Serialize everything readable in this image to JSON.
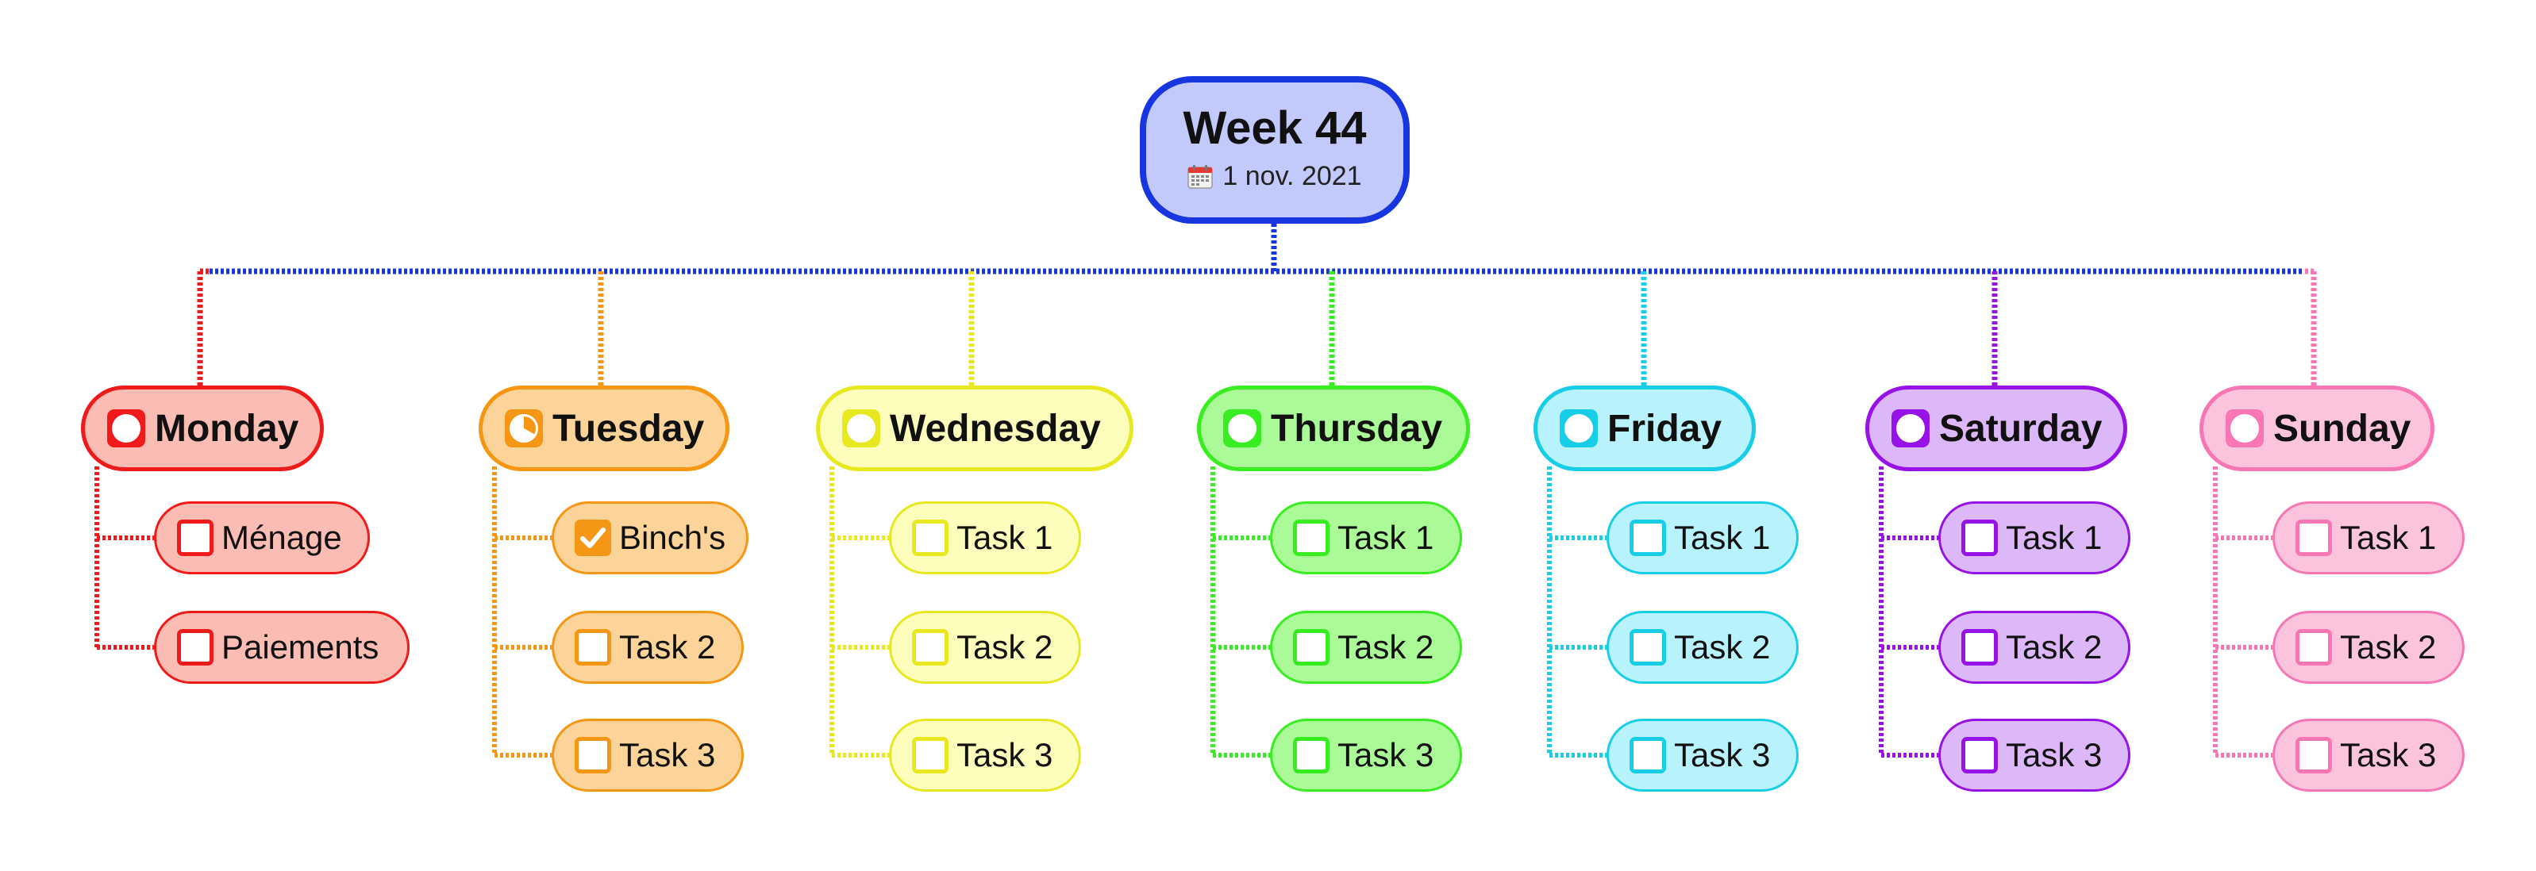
{
  "root": {
    "title": "Week 44",
    "date": "1 nov. 2021",
    "icon": "calendar-icon",
    "color": "#1836e0",
    "fill": "#c2c9fb"
  },
  "days": [
    {
      "key": "monday",
      "label": "Monday",
      "progress": 0,
      "color": "#f01a1a",
      "fill": "#fbbcb3",
      "tasks": [
        {
          "label": "Ménage",
          "checked": false
        },
        {
          "label": "Paiements",
          "checked": false
        }
      ]
    },
    {
      "key": "tuesday",
      "label": "Tuesday",
      "progress": 0.33,
      "color": "#f59614",
      "fill": "#fcd49a",
      "tasks": [
        {
          "label": "Binch's",
          "checked": true
        },
        {
          "label": "Task 2",
          "checked": false
        },
        {
          "label": "Task 3",
          "checked": false
        }
      ]
    },
    {
      "key": "wednesday",
      "label": "Wednesday",
      "progress": 0,
      "color": "#e8e820",
      "fill": "#fdfdbc",
      "tasks": [
        {
          "label": "Task 1",
          "checked": false
        },
        {
          "label": "Task 2",
          "checked": false
        },
        {
          "label": "Task 3",
          "checked": false
        }
      ]
    },
    {
      "key": "thursday",
      "label": "Thursday",
      "progress": 0,
      "color": "#38ee20",
      "fill": "#aafa98",
      "tasks": [
        {
          "label": "Task 1",
          "checked": false
        },
        {
          "label": "Task 2",
          "checked": false
        },
        {
          "label": "Task 3",
          "checked": false
        }
      ]
    },
    {
      "key": "friday",
      "label": "Friday",
      "progress": 0,
      "color": "#18cde8",
      "fill": "#b8f2fc",
      "tasks": [
        {
          "label": "Task 1",
          "checked": false
        },
        {
          "label": "Task 2",
          "checked": false
        },
        {
          "label": "Task 3",
          "checked": false
        }
      ]
    },
    {
      "key": "saturday",
      "label": "Saturday",
      "progress": 0,
      "color": "#9612e6",
      "fill": "#ddb8f8",
      "tasks": [
        {
          "label": "Task 1",
          "checked": false
        },
        {
          "label": "Task 2",
          "checked": false
        },
        {
          "label": "Task 3",
          "checked": false
        }
      ]
    },
    {
      "key": "sunday",
      "label": "Sunday",
      "progress": 0,
      "color": "#f876b4",
      "fill": "#fcc4dc",
      "tasks": [
        {
          "label": "Task 1",
          "checked": false
        },
        {
          "label": "Task 2",
          "checked": false
        },
        {
          "label": "Task 3",
          "checked": false
        }
      ]
    }
  ]
}
